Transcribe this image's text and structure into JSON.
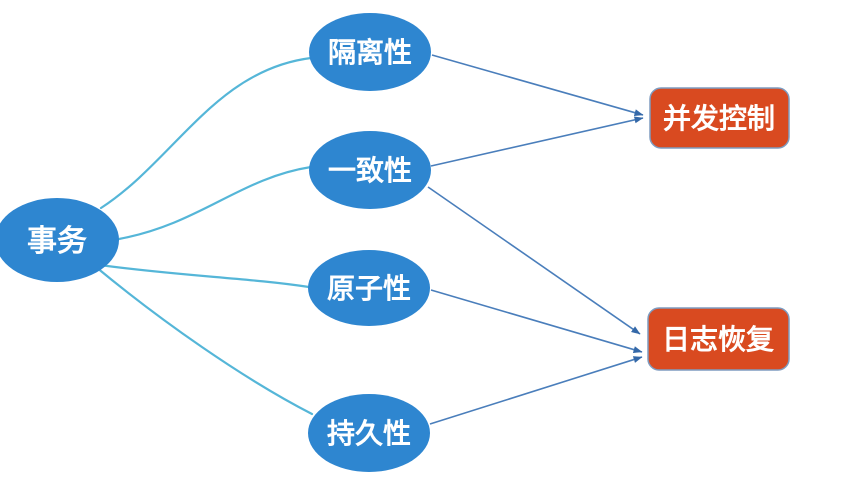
{
  "diagram": {
    "background": "#FFFFFF",
    "colors": {
      "node_fill": "#2E86D0",
      "box_fill": "#D94A20",
      "box_border": "#7E9CC0",
      "curve": "#55B6D8",
      "arrow": "#4A7EBB",
      "arrowhead": "#3468A8",
      "label_text": "#FFFFFF"
    },
    "nodes": {
      "transaction": {
        "label": "事务"
      },
      "isolation": {
        "label": "隔离性"
      },
      "consistency": {
        "label": "一致性"
      },
      "atomicity": {
        "label": "原子性"
      },
      "durability": {
        "label": "持久性"
      },
      "concurrency_control": {
        "label": "并发控制"
      },
      "log_recovery": {
        "label": "日志恢复"
      }
    },
    "edges": [
      {
        "from": "事务",
        "to": "隔离性",
        "type": "curve"
      },
      {
        "from": "事务",
        "to": "一致性",
        "type": "curve"
      },
      {
        "from": "事务",
        "to": "原子性",
        "type": "curve"
      },
      {
        "from": "事务",
        "to": "持久性",
        "type": "curve"
      },
      {
        "from": "隔离性",
        "to": "并发控制",
        "type": "arrow"
      },
      {
        "from": "一致性",
        "to": "并发控制",
        "type": "arrow"
      },
      {
        "from": "一致性",
        "to": "日志恢复",
        "type": "arrow"
      },
      {
        "from": "原子性",
        "to": "日志恢复",
        "type": "arrow"
      },
      {
        "from": "持久性",
        "to": "日志恢复",
        "type": "arrow"
      }
    ]
  }
}
